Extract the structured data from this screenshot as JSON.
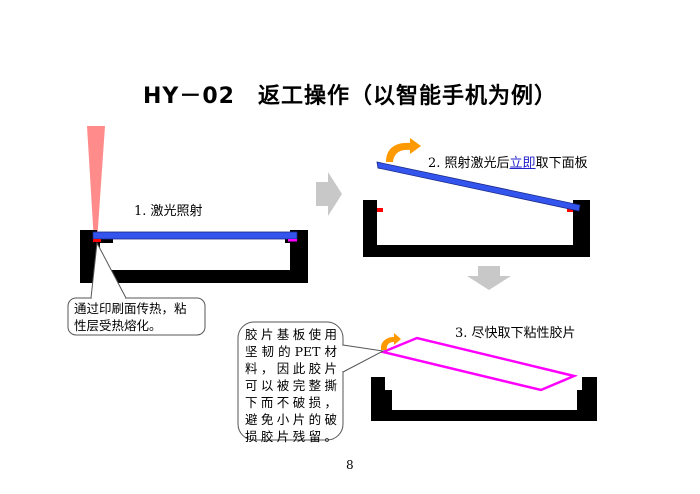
{
  "title": "HY－02　返工操作（以智能手机为例）",
  "steps": {
    "step1": "1. 激光照射",
    "step2_prefix": "2. 照射激光后",
    "step2_link": "立即",
    "step2_suffix": "取下面板",
    "step3": "3. 尽快取下粘性胶片"
  },
  "notes": {
    "note1": [
      "通过印刷面传热，粘",
      "性层受热熔化。"
    ],
    "note2": [
      "胶片基板使用",
      "坚韧的PET材",
      "料，因此胶片",
      "可以被完整撕",
      "下而不破损，",
      "避免小片的破",
      "损胶片残留。"
    ]
  },
  "page_number": "8",
  "colors": {
    "panel": "#3355ee",
    "laser": "#ff7777",
    "adhesive": "#ff00ff",
    "arrow": "#ff9900",
    "flow_arrow": "#c8c8c8",
    "link": "#2222cc"
  }
}
